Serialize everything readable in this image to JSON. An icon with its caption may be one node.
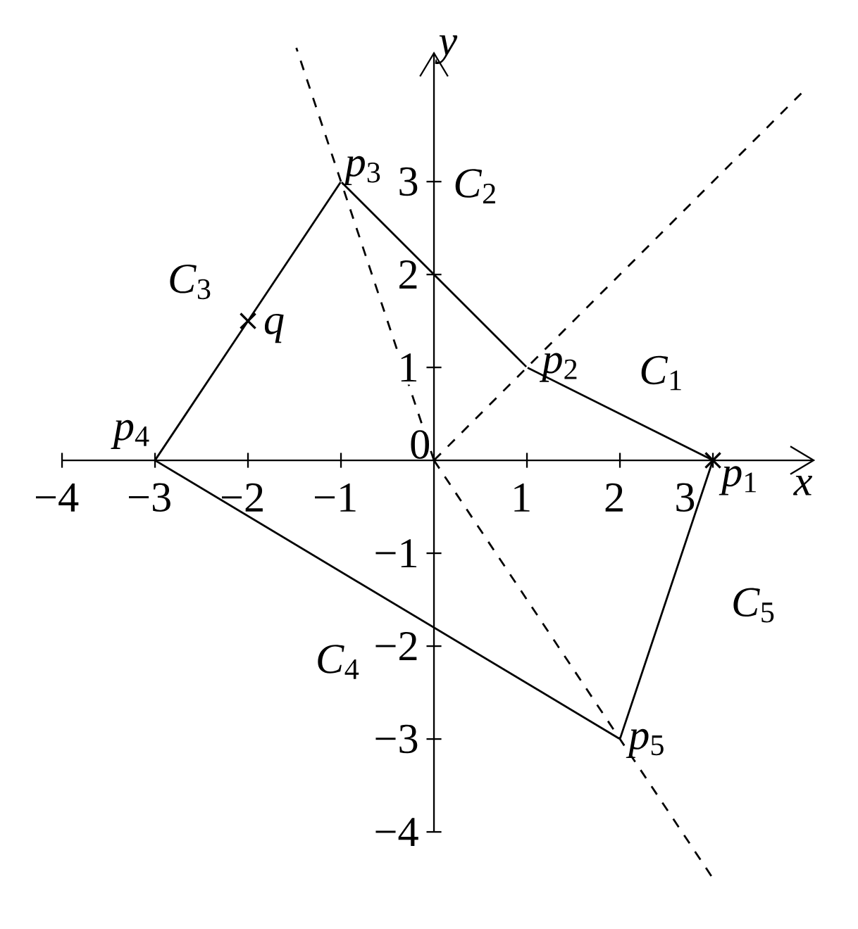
{
  "diagram": {
    "nodes": [
      {
        "text": [
          "*p*$_{1}$"
        ]
      },
      {
        "text": [
          "*p*$_{2}$"
        ]
      },
      {
        "text": [
          "*p*$_{3}$"
        ]
      },
      {
        "text": [
          "*p*$_{4}$"
        ]
      },
      {
        "text": [
          "*p*$_{5}$"
        ]
      }
    ],
    "edges": [
      {
        "from": 0,
        "to": 1,
        "arrow": "none"
      },
      {
        "from": 1,
        "to": 2,
        "arrow": "none"
      },
      {
        "from": 2,
        "to": 3,
        "arrow": "none"
      },
      {
        "from": 3,
        "to": 4,
        "arrow": "none"
      },
      {
        "from": 4,
        "to": 0,
        "arrow": "none"
      }
    ],
    "labels": [
      "*y*",
      "*C*$_{2}$",
      "*C*$_{3}$",
      "*q*",
      "*C*$_{1}$",
      "0",
      "*x*",
      "*C*$_{5}$",
      "*C*$_{4}$",
      "−4",
      "−3",
      "−2",
      "−1",
      "1",
      "2",
      "3",
      "3",
      "2",
      "1",
      "−1",
      "−2",
      "−3",
      "−4"
    ]
  }
}
